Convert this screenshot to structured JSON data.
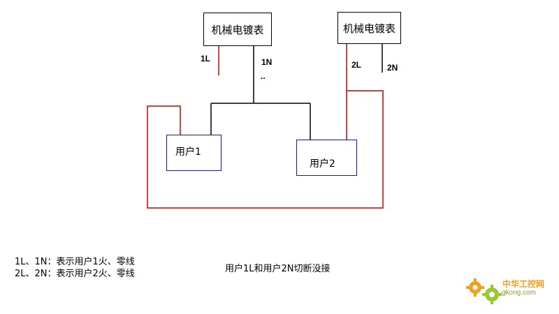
{
  "meters": {
    "meter1": "机械电镀表",
    "meter2": "机械电镀表"
  },
  "wire_labels": {
    "l1": "1L",
    "n1": "1N",
    "n1_dots": "..",
    "l2": "2L",
    "n2": "2N"
  },
  "users": {
    "user1": "用户1",
    "user2": "用户2"
  },
  "legend": {
    "line1": "1L、1N：表示用户1火、零线",
    "line2": "2L、2N：表示用户2火、零线"
  },
  "note": "用户1L和用户2N切断没接",
  "watermark": {
    "cn": "中华工控网",
    "url": "gkong.com"
  },
  "colors": {
    "live_wire": "#cc0000",
    "neutral_wire": "#000000",
    "user_border": "#1a1a8c",
    "logo_orange": "#f0a020",
    "logo_green": "#9ac832"
  }
}
